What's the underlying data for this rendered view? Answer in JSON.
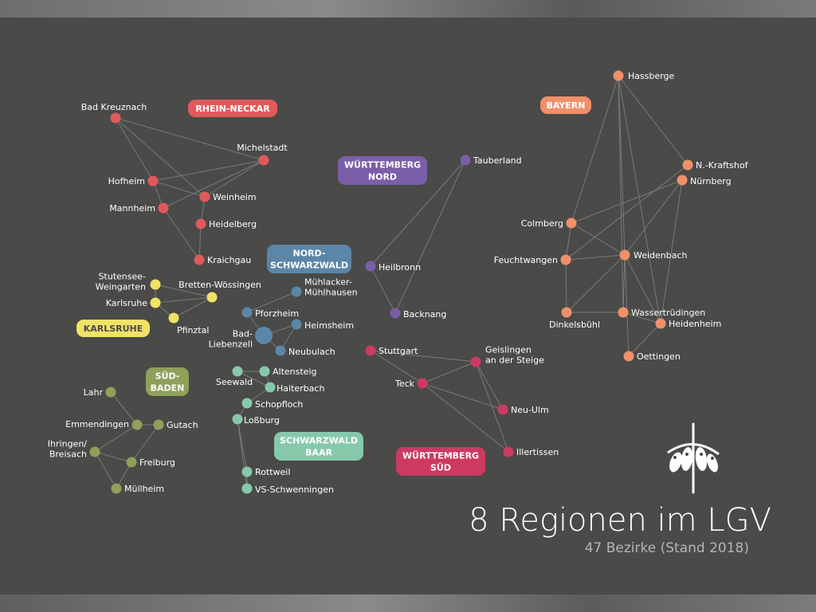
{
  "title": {
    "main": "8 Regionen im LGV",
    "sub": "47 Bezirke (Stand 2018)"
  },
  "regions": [
    {
      "key": "rhein-neckar",
      "lines": [
        "RHEIN-NECKAR"
      ],
      "color": "#e05a5a"
    },
    {
      "key": "bayern",
      "lines": [
        "BAYERN"
      ],
      "color": "#f0906a"
    },
    {
      "key": "wuerttemberg-nord",
      "lines": [
        "WÜRTTEMBERG",
        "NORD"
      ],
      "color": "#7b5ea8"
    },
    {
      "key": "nord-schwarzwald",
      "lines": [
        "NORD-",
        "SCHWARZWALD"
      ],
      "color": "#5b86a8"
    },
    {
      "key": "karlsruhe",
      "lines": [
        "KARLSRUHE"
      ],
      "color": "#f2e266"
    },
    {
      "key": "sued-baden",
      "lines": [
        "SÜD-",
        "BADEN"
      ],
      "color": "#8ea05a"
    },
    {
      "key": "schwarzwald-baar",
      "lines": [
        "SCHWARZWALD",
        "BAAR"
      ],
      "color": "#86c9aa"
    },
    {
      "key": "wuerttemberg-sued",
      "lines": [
        "WÜRTTEMBERG",
        "SÜD"
      ],
      "color": "#cc3a62"
    }
  ],
  "districts": [
    {
      "id": "bad-kreuznach",
      "lines": [
        "Bad Kreuznach"
      ],
      "region": "rhein-neckar"
    },
    {
      "id": "michelstadt",
      "lines": [
        "Michelstadt"
      ],
      "region": "rhein-neckar"
    },
    {
      "id": "hofheim",
      "lines": [
        "Hofheim"
      ],
      "region": "rhein-neckar"
    },
    {
      "id": "weinheim",
      "lines": [
        "Weinheim"
      ],
      "region": "rhein-neckar"
    },
    {
      "id": "mannheim",
      "lines": [
        "Mannheim"
      ],
      "region": "rhein-neckar"
    },
    {
      "id": "heidelberg",
      "lines": [
        "Heidelberg"
      ],
      "region": "rhein-neckar"
    },
    {
      "id": "kraichgau",
      "lines": [
        "Kraichgau"
      ],
      "region": "rhein-neckar"
    },
    {
      "id": "stutensee",
      "lines": [
        "Stutensee-",
        "Weingarten"
      ],
      "region": "karlsruhe"
    },
    {
      "id": "bretten",
      "lines": [
        "Bretten-Wössingen"
      ],
      "region": "karlsruhe"
    },
    {
      "id": "karlsruhe",
      "lines": [
        "Karlsruhe"
      ],
      "region": "karlsruhe"
    },
    {
      "id": "pfinztal",
      "lines": [
        "Pfinztal"
      ],
      "region": "karlsruhe"
    },
    {
      "id": "tauberland",
      "lines": [
        "Tauberland"
      ],
      "region": "wuerttemberg-nord"
    },
    {
      "id": "heilbronn",
      "lines": [
        "Heilbronn"
      ],
      "region": "wuerttemberg-nord"
    },
    {
      "id": "backnang",
      "lines": [
        "Backnang"
      ],
      "region": "wuerttemberg-nord"
    },
    {
      "id": "muehlacker",
      "lines": [
        "Mühlacker-",
        "Mühlhausen"
      ],
      "region": "nord-schwarzwald"
    },
    {
      "id": "pforzheim",
      "lines": [
        "Pforzheim"
      ],
      "region": "nord-schwarzwald"
    },
    {
      "id": "heimsheim",
      "lines": [
        "Heimsheim"
      ],
      "region": "nord-schwarzwald"
    },
    {
      "id": "bad-liebenzell",
      "lines": [
        "Bad-",
        "Liebenzell"
      ],
      "region": "nord-schwarzwald"
    },
    {
      "id": "neubulach",
      "lines": [
        "Neubulach"
      ],
      "region": "nord-schwarzwald"
    },
    {
      "id": "hassberge",
      "lines": [
        "Hassberge"
      ],
      "region": "bayern"
    },
    {
      "id": "n-kraftshof",
      "lines": [
        "N.-Kraftshof"
      ],
      "region": "bayern"
    },
    {
      "id": "nuernberg",
      "lines": [
        "Nürnberg"
      ],
      "region": "bayern"
    },
    {
      "id": "colmberg",
      "lines": [
        "Colmberg"
      ],
      "region": "bayern"
    },
    {
      "id": "feuchtwangen",
      "lines": [
        "Feuchtwangen"
      ],
      "region": "bayern"
    },
    {
      "id": "weidenbach",
      "lines": [
        "Weidenbach"
      ],
      "region": "bayern"
    },
    {
      "id": "dinkelsbuehl",
      "lines": [
        "Dinkelsbühl"
      ],
      "region": "bayern"
    },
    {
      "id": "wassertruedingen",
      "lines": [
        "Wassertrüdingen"
      ],
      "region": "bayern"
    },
    {
      "id": "heidenheim",
      "lines": [
        "Heidenheim"
      ],
      "region": "bayern"
    },
    {
      "id": "oettingen",
      "lines": [
        "Oettingen"
      ],
      "region": "bayern"
    },
    {
      "id": "stuttgart",
      "lines": [
        "Stuttgart"
      ],
      "region": "wuerttemberg-sued"
    },
    {
      "id": "geislingen",
      "lines": [
        "Geislingen",
        "an der Steige"
      ],
      "region": "wuerttemberg-sued"
    },
    {
      "id": "teck",
      "lines": [
        "Teck"
      ],
      "region": "wuerttemberg-sued"
    },
    {
      "id": "neu-ulm",
      "lines": [
        "Neu-Ulm"
      ],
      "region": "wuerttemberg-sued"
    },
    {
      "id": "illertissen",
      "lines": [
        "Illertissen"
      ],
      "region": "wuerttemberg-sued"
    },
    {
      "id": "seewald",
      "lines": [
        "Seewald"
      ],
      "region": "schwarzwald-baar"
    },
    {
      "id": "altensteig",
      "lines": [
        "Altensteig"
      ],
      "region": "schwarzwald-baar"
    },
    {
      "id": "haiterbach",
      "lines": [
        "Haiterbach"
      ],
      "region": "schwarzwald-baar"
    },
    {
      "id": "schopfloch",
      "lines": [
        "Schopfloch"
      ],
      "region": "schwarzwald-baar"
    },
    {
      "id": "lossburg",
      "lines": [
        "Loßburg"
      ],
      "region": "schwarzwald-baar"
    },
    {
      "id": "rottweil",
      "lines": [
        "Rottweil"
      ],
      "region": "schwarzwald-baar"
    },
    {
      "id": "vs-schwenningen",
      "lines": [
        "VS-Schwenningen"
      ],
      "region": "schwarzwald-baar"
    },
    {
      "id": "lahr",
      "lines": [
        "Lahr"
      ],
      "region": "sued-baden"
    },
    {
      "id": "emmendingen",
      "lines": [
        "Emmendingen"
      ],
      "region": "sued-baden"
    },
    {
      "id": "gutach",
      "lines": [
        "Gutach"
      ],
      "region": "sued-baden"
    },
    {
      "id": "ihringen",
      "lines": [
        "Ihringen/",
        "Breisach"
      ],
      "region": "sued-baden"
    },
    {
      "id": "freiburg",
      "lines": [
        "Freiburg"
      ],
      "region": "sued-baden"
    },
    {
      "id": "muellheim",
      "lines": [
        "Müllheim"
      ],
      "region": "sued-baden"
    }
  ],
  "connections": [
    [
      "bad-kreuznach",
      "hofheim"
    ],
    [
      "bad-kreuznach",
      "weinheim"
    ],
    [
      "bad-kreuznach",
      "michelstadt"
    ],
    [
      "michelstadt",
      "hofheim"
    ],
    [
      "michelstadt",
      "weinheim"
    ],
    [
      "michelstadt",
      "mannheim"
    ],
    [
      "hofheim",
      "mannheim"
    ],
    [
      "hofheim",
      "weinheim"
    ],
    [
      "weinheim",
      "heidelberg"
    ],
    [
      "mannheim",
      "kraichgau"
    ],
    [
      "heidelberg",
      "kraichgau"
    ],
    [
      "stutensee",
      "karlsruhe"
    ],
    [
      "stutensee",
      "bretten"
    ],
    [
      "karlsruhe",
      "pfinztal"
    ],
    [
      "bretten",
      "pfinztal"
    ],
    [
      "karlsruhe",
      "bretten"
    ],
    [
      "tauberland",
      "heilbronn"
    ],
    [
      "tauberland",
      "backnang"
    ],
    [
      "heilbronn",
      "backnang"
    ],
    [
      "muehlacker",
      "pforzheim"
    ],
    [
      "pforzheim",
      "bad-liebenzell"
    ],
    [
      "bad-liebenzell",
      "heimsheim"
    ],
    [
      "bad-liebenzell",
      "neubulach"
    ],
    [
      "heimsheim",
      "neubulach"
    ],
    [
      "hassberge",
      "colmberg"
    ],
    [
      "hassberge",
      "n-kraftshof"
    ],
    [
      "hassberge",
      "weidenbach"
    ],
    [
      "hassberge",
      "wassertruedingen"
    ],
    [
      "hassberge",
      "heidenheim"
    ],
    [
      "n-kraftshof",
      "feuchtwangen"
    ],
    [
      "nuernberg",
      "weidenbach"
    ],
    [
      "nuernberg",
      "colmberg"
    ],
    [
      "nuernberg",
      "heidenheim"
    ],
    [
      "colmberg",
      "feuchtwangen"
    ],
    [
      "colmberg",
      "weidenbach"
    ],
    [
      "feuchtwangen",
      "weidenbach"
    ],
    [
      "feuchtwangen",
      "dinkelsbuehl"
    ],
    [
      "weidenbach",
      "dinkelsbuehl"
    ],
    [
      "weidenbach",
      "wassertruedingen"
    ],
    [
      "weidenbach",
      "heidenheim"
    ],
    [
      "weidenbach",
      "oettingen"
    ],
    [
      "dinkelsbuehl",
      "wassertruedingen"
    ],
    [
      "wassertruedingen",
      "heidenheim"
    ],
    [
      "heidenheim",
      "oettingen"
    ],
    [
      "stuttgart",
      "teck"
    ],
    [
      "stuttgart",
      "geislingen"
    ],
    [
      "teck",
      "geislingen"
    ],
    [
      "teck",
      "neu-ulm"
    ],
    [
      "teck",
      "illertissen"
    ],
    [
      "geislingen",
      "neu-ulm"
    ],
    [
      "geislingen",
      "illertissen"
    ],
    [
      "seewald",
      "altensteig"
    ],
    [
      "seewald",
      "haiterbach"
    ],
    [
      "altensteig",
      "haiterbach"
    ],
    [
      "haiterbach",
      "schopfloch"
    ],
    [
      "schopfloch",
      "lossburg"
    ],
    [
      "lossburg",
      "rottweil"
    ],
    [
      "lossburg",
      "vs-schwenningen"
    ],
    [
      "rottweil",
      "vs-schwenningen"
    ],
    [
      "lahr",
      "emmendingen"
    ],
    [
      "emmendingen",
      "gutach"
    ],
    [
      "emmendingen",
      "ihringen"
    ],
    [
      "gutach",
      "freiburg"
    ],
    [
      "ihringen",
      "freiburg"
    ],
    [
      "ihringen",
      "muellheim"
    ],
    [
      "freiburg",
      "muellheim"
    ]
  ]
}
